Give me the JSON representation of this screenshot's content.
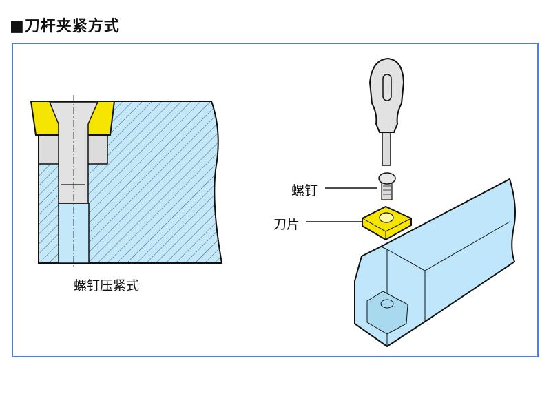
{
  "title": "■刀杆夹紧方式",
  "left_diagram": {
    "caption": "螺钉压紧式"
  },
  "right_diagram": {
    "screw_label": "螺钉",
    "insert_label": "刀片"
  },
  "colors": {
    "frame": "#4a7ee6",
    "insert": "#f5e500",
    "holder": "#bfe6fa",
    "screw": "#e2e2e2"
  }
}
